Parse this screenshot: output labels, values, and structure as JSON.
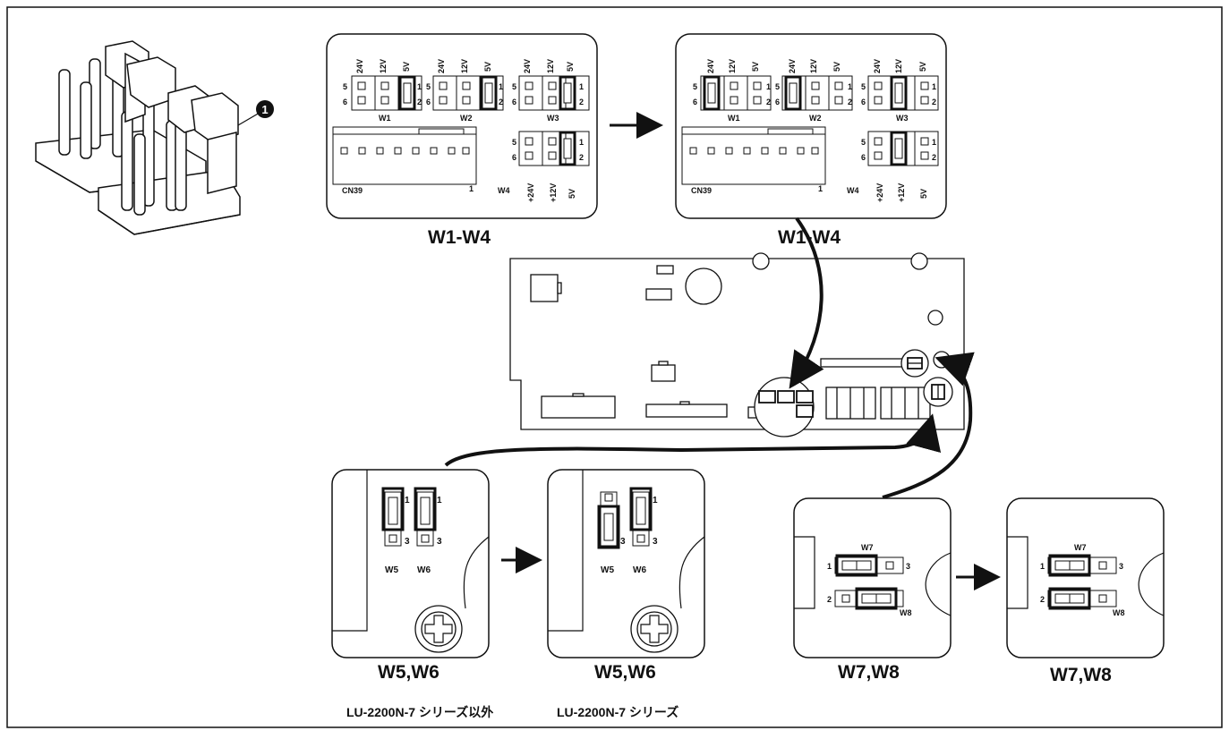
{
  "callout": {
    "number": "1"
  },
  "panels": {
    "w1w4_before": {
      "caption": "W1-W4"
    },
    "w1w4_after": {
      "caption": "W1-W4"
    },
    "w5w6_before": {
      "caption": "W5,W6",
      "note": "LU-2200N-7 シリーズ以外"
    },
    "w5w6_after": {
      "caption": "W5,W6",
      "note": "LU-2200N-7 シリーズ"
    },
    "w7w8_before": {
      "caption": "W7,W8"
    },
    "w7w8_after": {
      "caption": "W7,W8"
    }
  },
  "board_labels": {
    "v24": "24V",
    "v12": "12V",
    "v5": "5V",
    "p24": "+24V",
    "p12": "+12V",
    "w1": "W1",
    "w2": "W2",
    "w3": "W3",
    "w4": "W4",
    "w5": "W5",
    "w6": "W6",
    "w7": "W7",
    "w8": "W8",
    "cn39": "CN39",
    "pin1": "1",
    "pin2": "2",
    "pin3": "3",
    "pin5": "5",
    "pin6": "6"
  }
}
